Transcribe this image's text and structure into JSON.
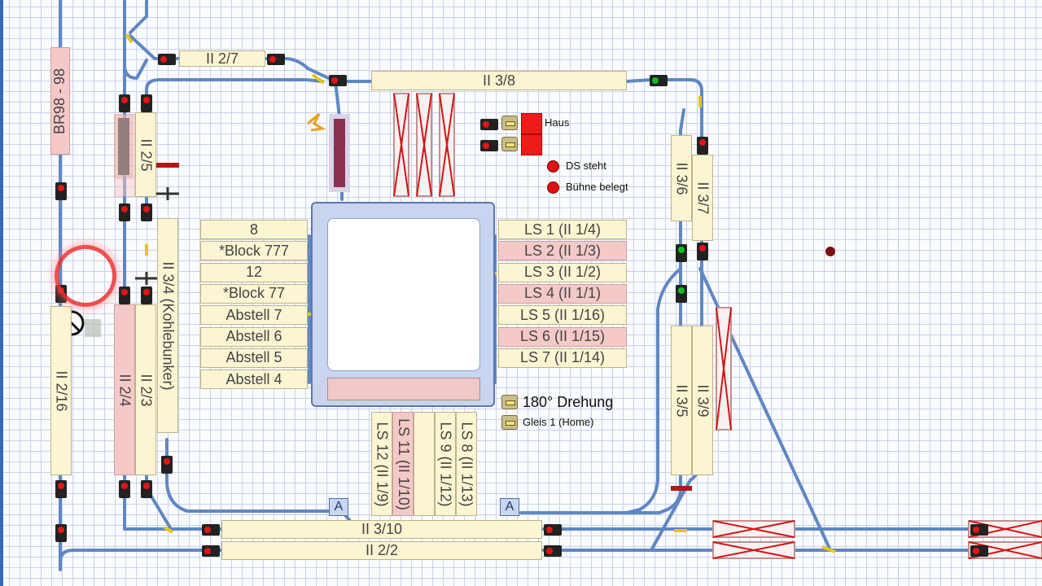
{
  "colors": {
    "track": "#5f87c3",
    "block": "#fbf5d2",
    "block_occupied": "#f6c9c9",
    "signal_red": "#e21515",
    "signal_green": "#10c020",
    "grid": "#c9d1ea"
  },
  "blocks": {
    "b_ii27": "II 2/7",
    "b_ii38": "II 3/8",
    "b_ii25": "II 2/5",
    "b_br98": "BR98 - 98",
    "b_ii34": "II 3/4 (Kohlebunker)",
    "b_ii24": "II 2/4",
    "b_ii23": "II 2/3",
    "b_ii216": "II 2/16",
    "b_ii36": "II 3/6",
    "b_ii37": "II 3/7",
    "b_ii35": "II 3/5",
    "b_ii39": "II 3/9",
    "b_ii310": "II 3/10",
    "b_ii22": "II 2/2"
  },
  "turntable": {
    "left_tracks": [
      "8",
      "*Block 777",
      "12",
      "*Block 77",
      "Abstell 7",
      "Abstell 6",
      "Abstell 5",
      "Abstell 4"
    ],
    "right_tracks": [
      "LS 1 (II 1/4)",
      "LS 2 (II 1/3)",
      "LS 3 (II 1/2)",
      "LS 4 (II 1/1)",
      "LS 5 (II 1/16)",
      "LS 6 (II 1/15)",
      "LS 7 (II 1/14)"
    ],
    "bottom_tracks": [
      "LS 12 (II 1/9)",
      "LS 11 (II 1/10)",
      "",
      "LS 9 (II 1/12)",
      "LS 8 (II 1/13)"
    ]
  },
  "legend": {
    "haus": "Haus",
    "ds_steht": "DS steht",
    "buehne_belegt": "Bühne belegt",
    "drehung": "180° Drehung",
    "gleis1": "Gleis 1 (Home)"
  },
  "markers": {
    "a1": "A",
    "a2": "A"
  },
  "icons": {
    "no_entry": "prohibition-icon",
    "cursor": "click-highlight"
  }
}
